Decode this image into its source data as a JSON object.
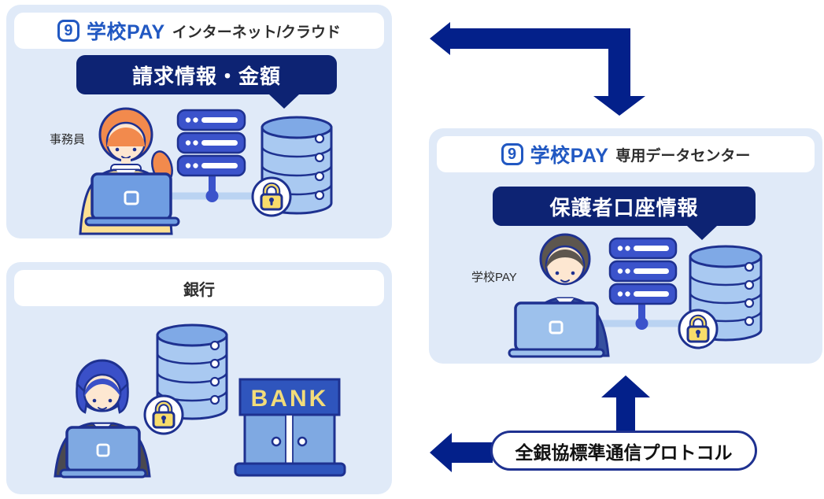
{
  "panels": {
    "cloud": {
      "brand_mark": "9",
      "brand": "学校PAY",
      "title": "インターネット/クラウド",
      "bubble": "請求情報・金額",
      "person_label": "事務員"
    },
    "bank": {
      "title": "銀行",
      "building_sign": "BANK"
    },
    "datacenter": {
      "brand_mark": "9",
      "brand": "学校PAY",
      "title": "専用データセンター",
      "bubble": "保護者口座情報",
      "person_label": "学校PAY"
    }
  },
  "protocol": {
    "label": "全銀協標準通信プロトコル"
  },
  "colors": {
    "panel_bg": "#e0eaf8",
    "header_bg": "#ffffff",
    "brand_blue": "#2158c2",
    "title_text": "#2e2e2e",
    "bubble_navy": "#0d2373",
    "arrow_navy": "#03208a",
    "outline_navy": "#1e3190",
    "server_blue": "#3b53cb",
    "db_light": "#a9c9f1",
    "db_mid": "#7fa9e6",
    "line_light": "#bad3f2",
    "lock_yellow": "#f8dc6a",
    "skin": "#fde7d1",
    "hair_orange": "#f28a4d",
    "cardigan_yellow": "#fce092",
    "laptop_blue": "#6f9de2",
    "laptop_light": "#9dc1ec",
    "hair_blue": "#3a50c8",
    "suit_dark": "#4a4950",
    "tie_orange": "#f08030",
    "hair_brown": "#5d564e",
    "suit_navy": "#35509f",
    "suit_navy_dark": "#2a3c8e",
    "tie_blue": "#9cc0ea",
    "bank_wall": "#7fa9e2",
    "bank_sign": "#2f55bd",
    "sign_yellow": "#f2dc7a",
    "pill_text": "#111111",
    "label_text": "#2b2b2b",
    "bg": "#ffffff"
  }
}
